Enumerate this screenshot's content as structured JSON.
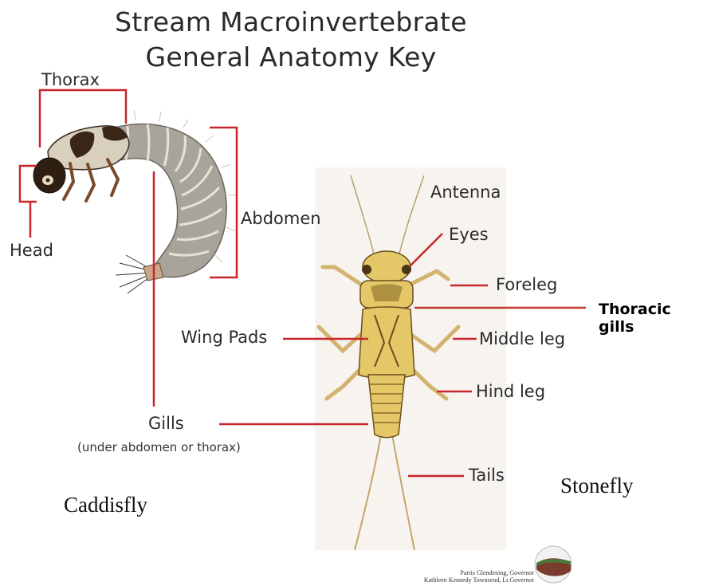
{
  "title": {
    "line1": "Stream Macroinvertebrate",
    "line2": "General Anatomy Key"
  },
  "caddisfly": {
    "name": "Caddisfly",
    "labels": {
      "thorax": "Thorax",
      "head": "Head",
      "abdomen": "Abdomen",
      "gills": "Gills",
      "gills_note": "(under abdomen or thorax)"
    }
  },
  "stonefly": {
    "name": "Stonefly",
    "labels": {
      "antenna": "Antenna",
      "eyes": "Eyes",
      "foreleg": "Foreleg",
      "thoracic_gills": "Thoracic gills",
      "wing_pads": "Wing Pads",
      "middle_leg": "Middle leg",
      "hind_leg": "Hind leg",
      "tails": "Tails"
    }
  },
  "credits": {
    "line1": "Parris Glendening, Governor",
    "line2": "Kathleen Kennedy Townsend, Lt.Governor"
  },
  "colors": {
    "leader_line": "#c8262b",
    "thoracic_gills_line": "#c0392b",
    "caddis_body": "#a9a49b",
    "stonefly_body": "#e4c766",
    "stonefly_bg": "#f7f4f0"
  }
}
